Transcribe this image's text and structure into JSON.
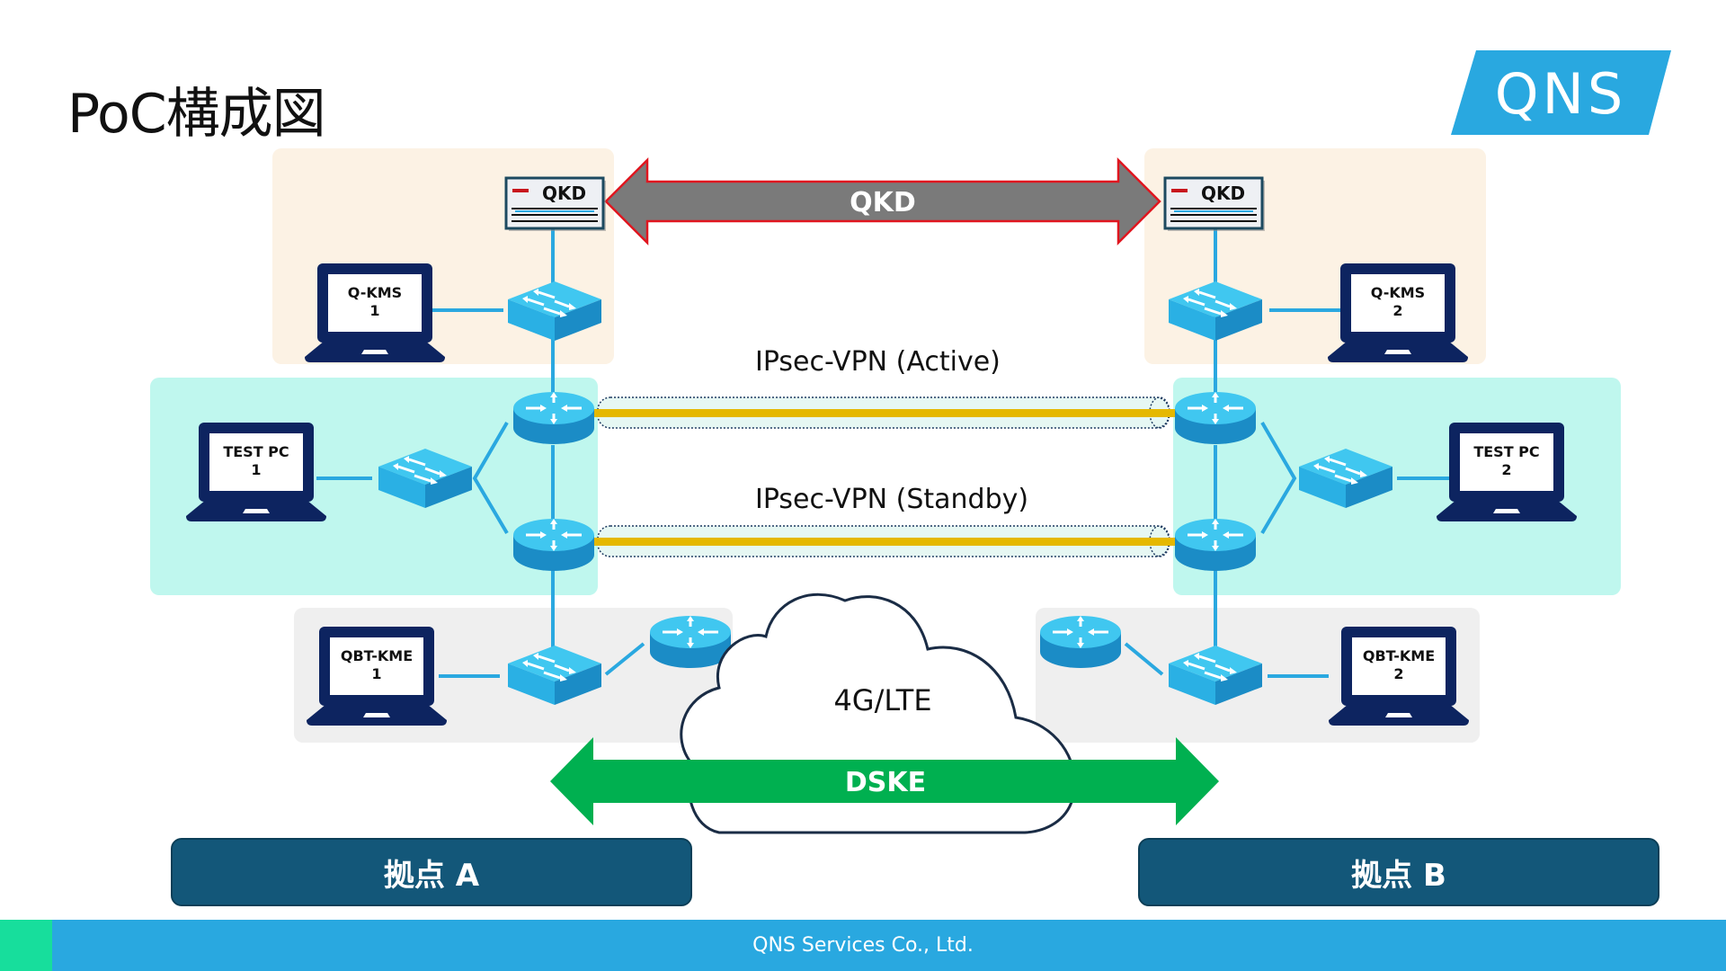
{
  "slide": {
    "title": "PoC構成図",
    "logo_text": "QNS",
    "footer_text": "QNS Services Co., Ltd."
  },
  "colors": {
    "brand_blue": "#29a8e0",
    "footer_accent": "#17de9c",
    "site_label_bg": "#135779",
    "qkd_arrow_fill": "#7a7a7a",
    "qkd_arrow_border": "#e0161f",
    "dske_arrow": "#00b050",
    "vpn_tunnel": "#e5b800",
    "device_blue": "#2aa8e0",
    "laptop_navy": "#0d2460",
    "zone_kms": "#fcf2e4",
    "zone_test": "#bff7ee",
    "zone_kme": "#efefef"
  },
  "links": {
    "qkd": "QKD",
    "vpn_active": "IPsec-VPN (Active)",
    "vpn_standby": "IPsec-VPN (Standby)",
    "cloud": "4G/LTE",
    "dske": "DSKE"
  },
  "site_a": {
    "label": "拠点 A",
    "qkd_device": "QKD",
    "kms": {
      "line1": "Q-KMS",
      "line2": "1"
    },
    "test_pc": {
      "line1": "TEST PC",
      "line2": "1"
    },
    "kme": {
      "line1": "QBT-KME",
      "line2": "1"
    }
  },
  "site_b": {
    "label": "拠点 B",
    "qkd_device": "QKD",
    "kms": {
      "line1": "Q-KMS",
      "line2": "2"
    },
    "test_pc": {
      "line1": "TEST PC",
      "line2": "2"
    },
    "kme": {
      "line1": "QBT-KME",
      "line2": "2"
    }
  },
  "icons": {
    "laptop": "laptop-icon",
    "switch": "network-switch-icon",
    "router": "router-icon",
    "qkd": "qkd-device-icon",
    "cloud": "cloud-icon"
  }
}
